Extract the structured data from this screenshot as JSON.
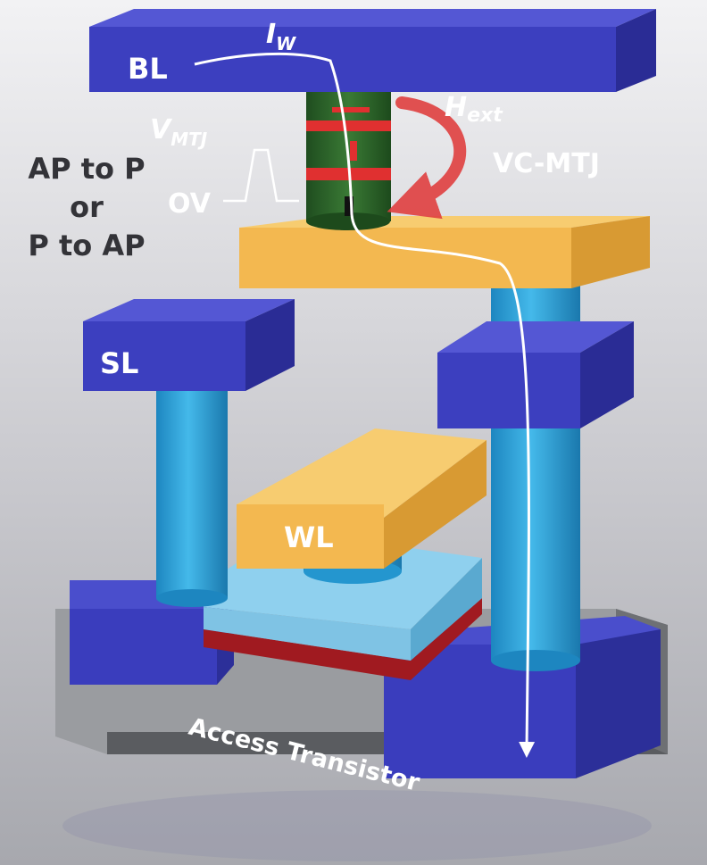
{
  "labels": {
    "bl": "BL",
    "iw_main": "I",
    "iw_sub": "W",
    "hext_main": "H",
    "hext_sub": "ext",
    "vmtj_main": "V",
    "vmtj_sub": "MTJ",
    "vcmtj": "VC-MTJ",
    "ov": "OV",
    "switch_line1": "AP to P",
    "switch_line2": "or",
    "switch_line3": "P to AP",
    "sl": "SL",
    "wl": "WL",
    "access_transistor": "Access Transistor"
  },
  "colors": {
    "line_blue": "#3c3fbf",
    "line_blue_top": "#5457d4",
    "line_blue_side": "#2a2c95",
    "pillar_cyan": "#2ea6dc",
    "electrode_yellow": "#f5c060",
    "mtj_green": "#2f6a2c",
    "mtj_red": "#e03030",
    "field_red": "#e04040",
    "gate_light": "#8fd0ee",
    "gate_oxide": "#a01a20",
    "substrate_gray": "#8a8c90"
  }
}
